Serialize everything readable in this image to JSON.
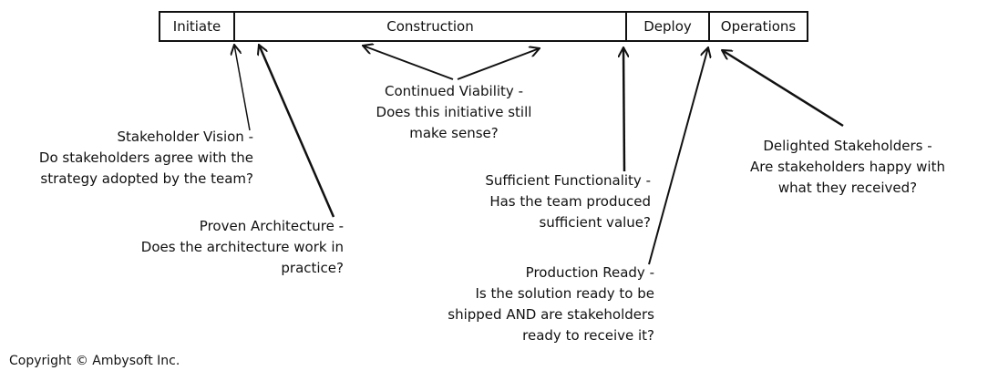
{
  "phases": [
    {
      "label": "Initiate"
    },
    {
      "label": "Construction"
    },
    {
      "label": "Deploy"
    },
    {
      "label": "Operations"
    }
  ],
  "milestones": [
    {
      "title": "Stakeholder Vision -",
      "lines": [
        "Do stakeholders agree with the",
        "strategy adopted by the team?"
      ]
    },
    {
      "title": "Proven Architecture -",
      "lines": [
        "Does the architecture work in",
        "practice?"
      ]
    },
    {
      "title": "Continued Viability -",
      "lines": [
        "Does this initiative still",
        "make sense?"
      ]
    },
    {
      "title": "Sufficient Functionality -",
      "lines": [
        "Has the team produced",
        "sufficient value?"
      ]
    },
    {
      "title": "Production Ready -",
      "lines": [
        "Is the solution ready to be",
        "shipped AND are stakeholders",
        "ready to receive it?"
      ]
    },
    {
      "title": "Delighted Stakeholders -",
      "lines": [
        "Are stakeholders happy with",
        "what they received?"
      ]
    }
  ],
  "copyright": "Copyright © Ambysoft Inc."
}
